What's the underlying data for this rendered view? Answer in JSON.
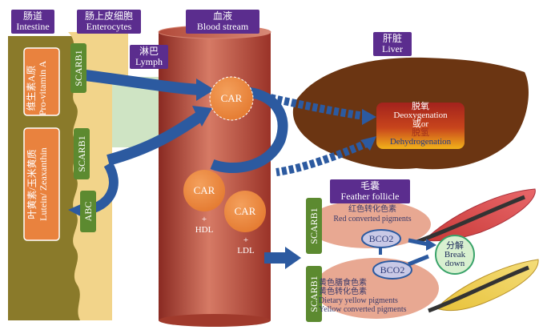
{
  "labels": {
    "intestine": {
      "zh": "肠道",
      "en": "Intestine"
    },
    "enterocytes": {
      "zh": "肠上皮细胞",
      "en": "Enterocytes"
    },
    "lymph": {
      "zh": "淋巴",
      "en": "Lymph"
    },
    "blood": {
      "zh": "血液",
      "en": "Blood stream"
    },
    "liver": {
      "zh": "肝脏",
      "en": "Liver"
    },
    "feather": {
      "zh": "毛囊",
      "en": "Feather follicle"
    }
  },
  "intestine_boxes": {
    "provitamin": {
      "zh": "维生素A原",
      "en": "Pro-vitamin A"
    },
    "lutein": {
      "zh": "叶黄素/玉米黄质",
      "en": "Lutein/ Zeaxanthin"
    }
  },
  "transporters": {
    "scarb1_a": "SCARB1",
    "scarb1_b": "SCARB1",
    "abc": "ABC",
    "scarb1_c": "SCARB1",
    "scarb1_d": "SCARB1"
  },
  "circles": {
    "car_main": "CAR",
    "car_hdl": "CAR",
    "car_ldl": "CAR",
    "hdl": "+\nHDL",
    "ldl": "+\nLDL"
  },
  "liver_box": {
    "zh1": "脱氧",
    "en1": "Deoxygenation",
    "or": "或or",
    "zh2": "脱氢",
    "en2": "Dehydrogenation"
  },
  "feather_box": {
    "red_zh": "红色转化色素",
    "red_en": "Red converted pigments",
    "yellow_zh1": "黄色膳食色素",
    "yellow_zh2": "黄色转化色素",
    "yellow_en1": "Dietary yellow pigments",
    "yellow_en2": "Yellow converted pigments",
    "bco2_a": "BCO2",
    "bco2_b": "BCO2",
    "breakdown_zh": "分解",
    "breakdown_en1": "Break",
    "breakdown_en2": "down"
  }
}
